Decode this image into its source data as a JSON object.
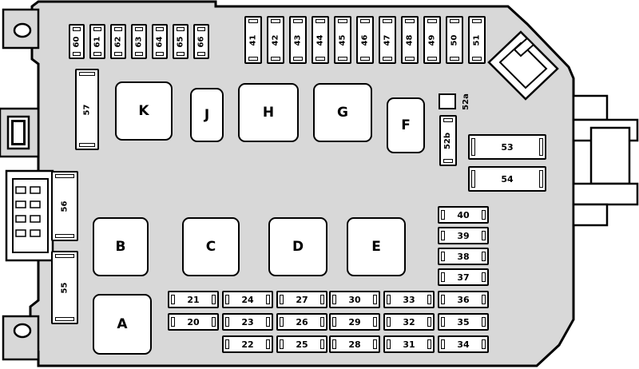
{
  "relays": [
    {
      "label": "K"
    },
    {
      "label": "J"
    },
    {
      "label": "H"
    },
    {
      "label": "G"
    },
    {
      "label": "F"
    },
    {
      "label": "B"
    },
    {
      "label": "C"
    },
    {
      "label": "D"
    },
    {
      "label": "E"
    },
    {
      "label": "A"
    }
  ],
  "top_fuses_left": [
    "60",
    "61",
    "62",
    "63",
    "64",
    "65",
    "66"
  ],
  "top_fuses_right": [
    "41",
    "42",
    "43",
    "44",
    "45",
    "46",
    "47",
    "48",
    "49",
    "50",
    "51"
  ],
  "vertical_fuses": [
    "57",
    "56",
    "55",
    "52b"
  ],
  "slot_52a": "52a",
  "horizontal_fuses": [
    "53",
    "54",
    "40",
    "39",
    "38",
    "37",
    "21",
    "24",
    "27",
    "30",
    "33",
    "36",
    "20",
    "23",
    "26",
    "29",
    "32",
    "35",
    "22",
    "25",
    "28",
    "31",
    "34"
  ],
  "colors": {
    "housing": "#d8d8d8",
    "outline": "#000000",
    "fuse": "#ffffff"
  }
}
